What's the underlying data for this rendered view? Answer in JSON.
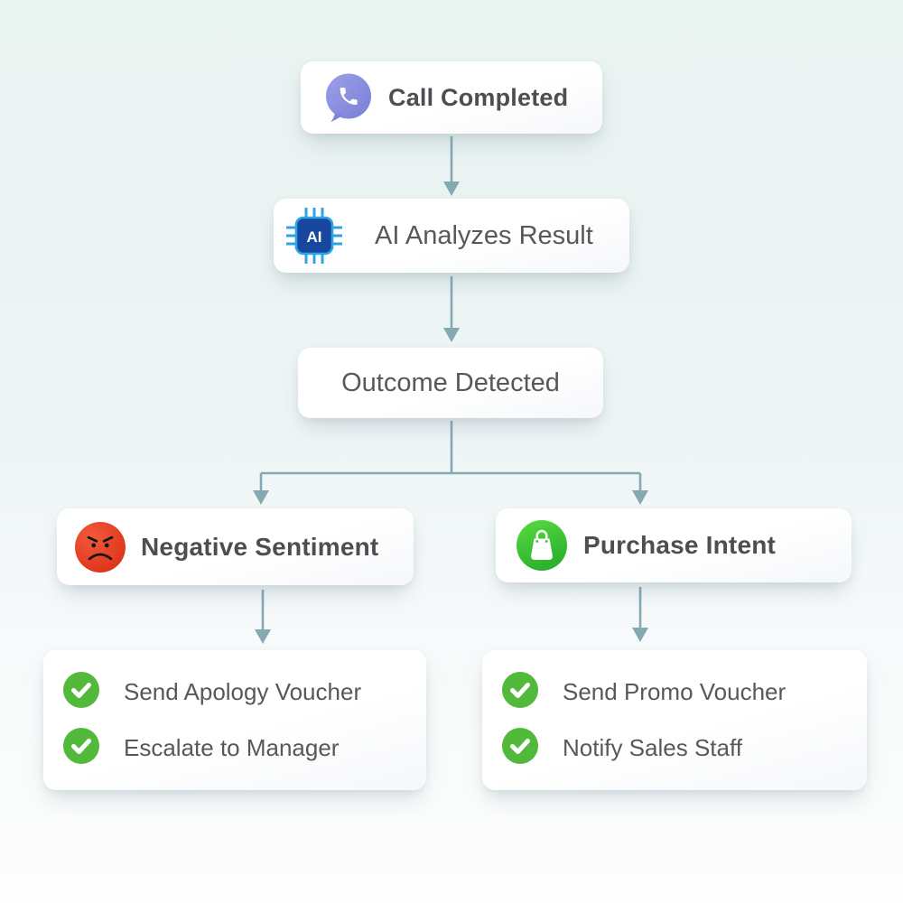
{
  "flow": {
    "call_completed": {
      "label": "Call Completed"
    },
    "ai_analyzes": {
      "label": "AI Analyzes Result",
      "chip_text": "AI"
    },
    "outcome": {
      "label": "Outcome Detected"
    },
    "negative_sentiment": {
      "label": "Negative Sentiment"
    },
    "purchase_intent": {
      "label": "Purchase Intent"
    },
    "negative_actions": {
      "items": [
        "Send Apology Voucher",
        "Escalate to Manager"
      ]
    },
    "purchase_actions": {
      "items": [
        "Send Promo Voucher",
        "Notify Sales Staff"
      ]
    }
  },
  "icons": {
    "call_completed": "phone-bubble-icon",
    "ai_analyzes": "ai-chip-icon",
    "negative_sentiment": "angry-face-icon",
    "purchase_intent": "shopping-bag-icon",
    "action_item": "check-circle-icon"
  },
  "colors": {
    "arrow": "#85a9b2",
    "phone_purple": "#858ade",
    "ai_chip_blue": "#17479e",
    "ai_pin_blue": "#2fa3e3",
    "angry_red": "#e63b21",
    "bag_green": "#3cc636",
    "check_green": "#52b93a",
    "heading_text": "#4c4e51",
    "body_text": "#56585b",
    "background_top": "#e9f3f0",
    "background_bottom": "#fdfdfd"
  }
}
